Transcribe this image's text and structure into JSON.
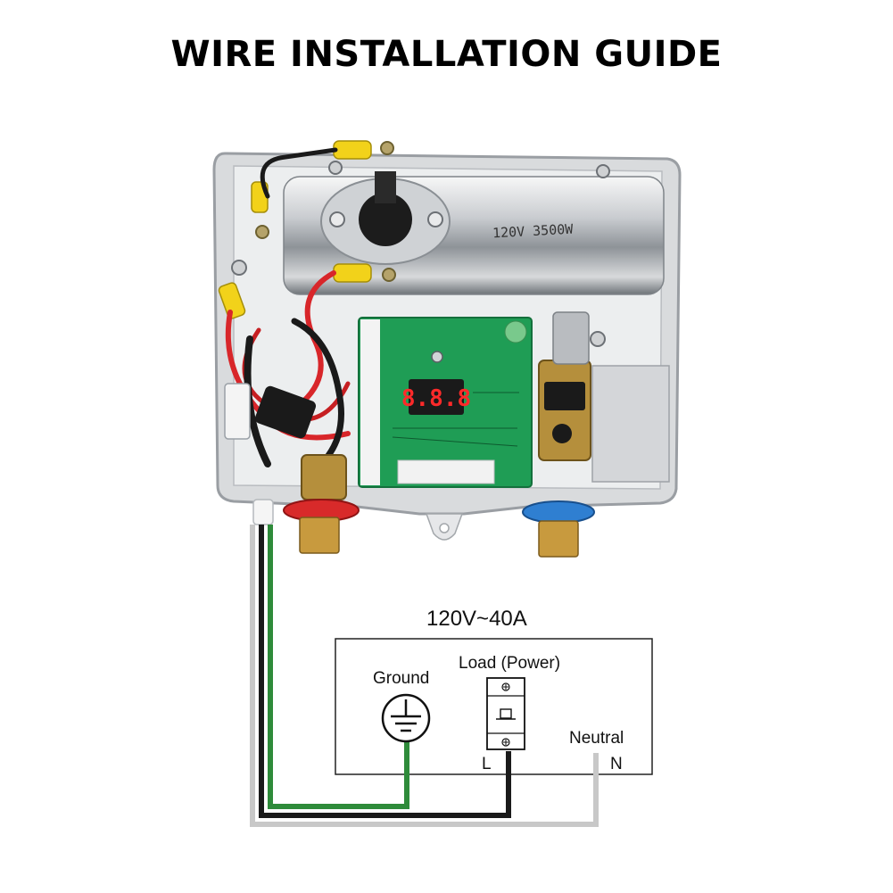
{
  "title": "WIRE INSTALLATION GUIDE",
  "heater": {
    "element_marking": "120V 3500W",
    "display_digits": "8.8.8",
    "inlet_color": "#d82a2a",
    "outlet_color": "#2f7fd1"
  },
  "diagram": {
    "rating": "120V~40A",
    "ground_label": "Ground",
    "load_label": "Load (Power)",
    "neutral_label": "Neutral",
    "line_terminal": "L",
    "neutral_terminal": "N",
    "wire_colors": {
      "ground": "#2e8b3a",
      "line": "#1a1a1a",
      "neutral": "#c8c8c8"
    },
    "icons": [
      "ground-symbol-icon",
      "circuit-breaker-icon"
    ]
  }
}
